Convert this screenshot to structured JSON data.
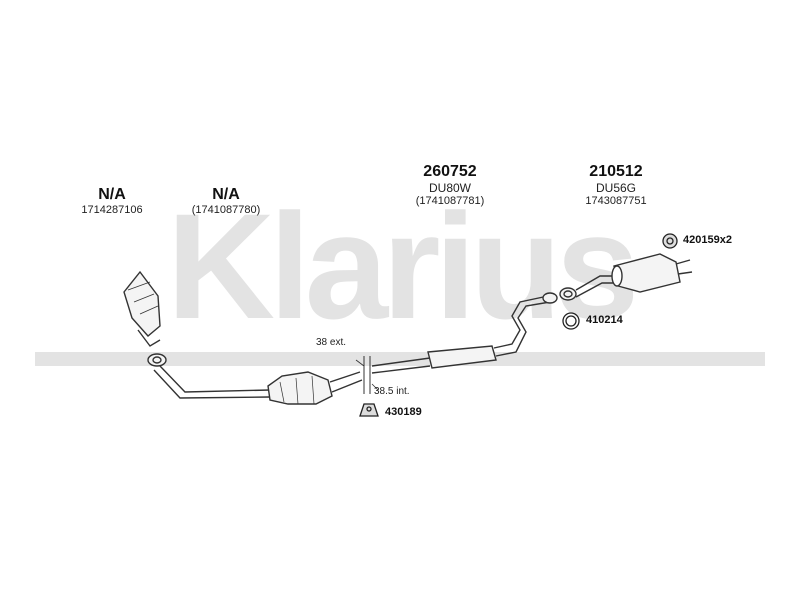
{
  "brand": {
    "name": "Klarius"
  },
  "parts": [
    {
      "part_no": "N/A",
      "code": "",
      "ref": "1714287106"
    },
    {
      "part_no": "N/A",
      "code": "",
      "ref": "(1741087780)"
    },
    {
      "part_no": "260752",
      "code": "DU80W",
      "ref": "(1741087781)"
    },
    {
      "part_no": "210512",
      "code": "DU56G",
      "ref": "1743087751"
    }
  ],
  "callouts": {
    "hanger": "420159x2",
    "gasket": "410214",
    "clamp": "430189"
  },
  "dimensions": {
    "ext": "38 ext.",
    "int": "38.5 int."
  }
}
